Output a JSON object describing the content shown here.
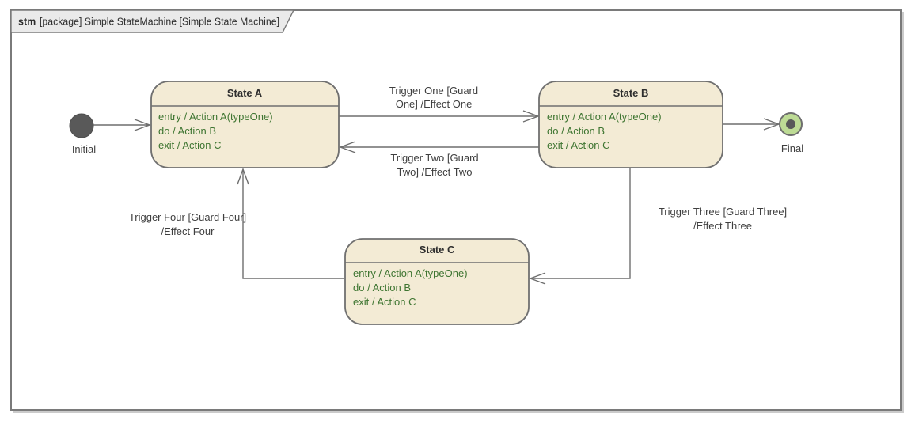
{
  "frame": {
    "tab_keyword": "stm",
    "tab_title": "[package] Simple StateMachine [Simple State Machine]"
  },
  "nodes": {
    "initial_label": "Initial",
    "final_label": "Final"
  },
  "states": [
    {
      "title": "State A",
      "actions": [
        "entry / Action A(typeOne)",
        "do / Action B",
        "exit / Action C"
      ]
    },
    {
      "title": "State B",
      "actions": [
        "entry / Action A(typeOne)",
        "do / Action B",
        "exit / Action C"
      ]
    },
    {
      "title": "State C",
      "actions": [
        "entry / Action A(typeOne)",
        "do / Action B",
        "exit / Action C"
      ]
    }
  ],
  "transitions": [
    {
      "from": "Initial",
      "to": "State A",
      "label": ""
    },
    {
      "from": "State A",
      "to": "State B",
      "label": "Trigger One [Guard One] /Effect One",
      "line1": "Trigger One [Guard",
      "line2": "One] /Effect One"
    },
    {
      "from": "State B",
      "to": "State A",
      "label": "Trigger Two [Guard Two] /Effect Two",
      "line1": "Trigger Two [Guard",
      "line2": "Two] /Effect Two"
    },
    {
      "from": "State B",
      "to": "State C",
      "label": "Trigger Three [Guard Three] /Effect Three",
      "line1": "Trigger Three [Guard Three]",
      "line2": "/Effect Three"
    },
    {
      "from": "State C",
      "to": "State A",
      "label": "Trigger Four [Guard Four] /Effect Four",
      "line1": "Trigger Four [Guard Four]",
      "line2": "/Effect Four"
    },
    {
      "from": "State B",
      "to": "Final",
      "label": ""
    }
  ],
  "colors": {
    "state_fill": "#F3EBD5",
    "state_border": "#707070",
    "state_action_text": "#3E7531",
    "state_title_text": "#2E2E2E",
    "connector": "#6E6E6E",
    "label_text": "#3F3F3F",
    "initial_fill": "#595959",
    "final_fill": "#BDDB95",
    "final_inner": "#595959",
    "frame_border": "#7A7A7A",
    "tab_fill": "#EAEAEA",
    "background": "#FFFFFF"
  }
}
